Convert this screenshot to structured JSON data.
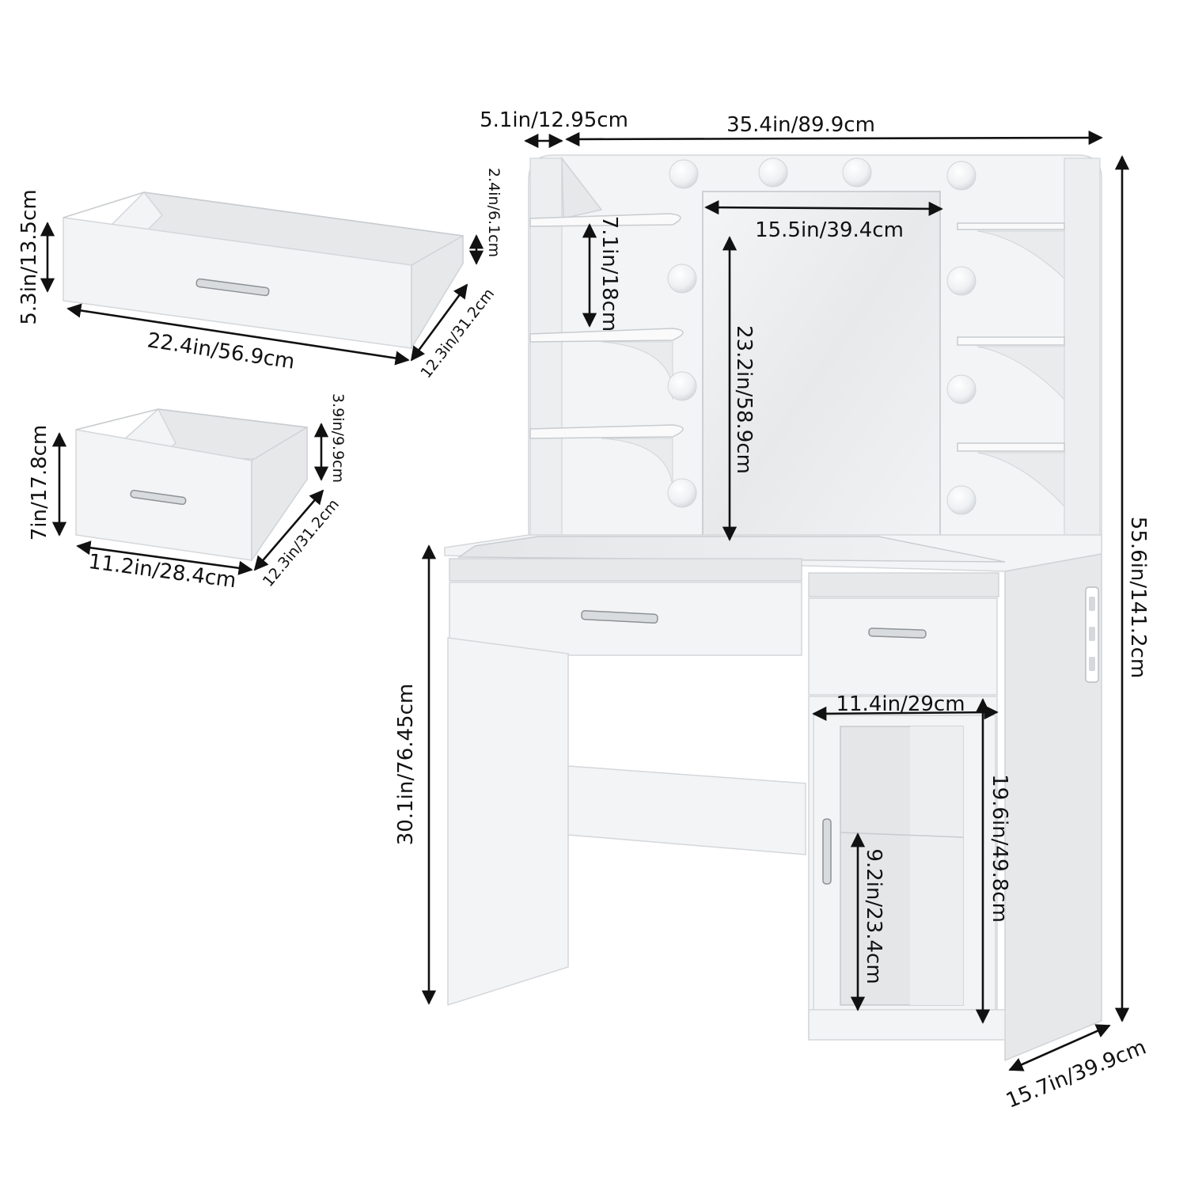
{
  "diagram": {
    "subject": "vanity desk with lighted mirror, drawers and cabinet",
    "dimensions": {
      "side_shelf_width": "5.1in/12.95cm",
      "overall_width": "35.4in/89.9cm",
      "mirror_width": "15.5in/39.4cm",
      "shelf_spacing": "7.1in/18cm",
      "mirror_height": "23.2in/58.9cm",
      "overall_height": "55.6in/141.2cm",
      "desk_height": "30.1in/76.45cm",
      "cabinet_width": "11.4in/29cm",
      "cabinet_height": "19.6in/49.8cm",
      "cabinet_shelf_height": "9.2in/23.4cm",
      "overall_depth": "15.7in/39.9cm"
    },
    "large_drawer": {
      "height": "5.3in/13.5cm",
      "inner_height": "2.4in/6.1cm",
      "width": "22.4in/56.9cm",
      "depth": "12.3in/31.2cm"
    },
    "small_drawer": {
      "height": "7in/17.8cm",
      "inner_height": "3.9in/9.9cm",
      "width": "11.2in/28.4cm",
      "depth": "12.3in/31.2cm"
    },
    "colors": {
      "furniture": "#f3f4f5",
      "mirror": "#eceef0",
      "dimension_lines": "#111111",
      "background": "#ffffff"
    }
  }
}
